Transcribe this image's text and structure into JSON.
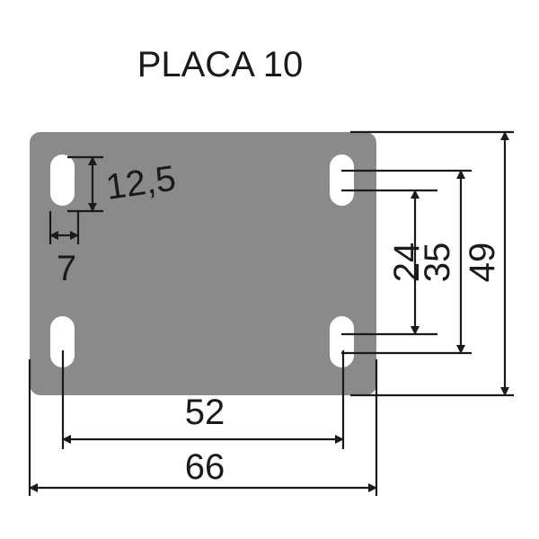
{
  "title": "PLACA 10",
  "plate_color": "#8a8a8a",
  "slot_color": "#ffffff",
  "dimensions": {
    "slot_length": "12,5",
    "slot_width": "7",
    "hole_spacing_horizontal": "52",
    "plate_width": "66",
    "hole_spacing_vertical_inner": "24",
    "hole_spacing_vertical_outer": "35",
    "plate_height": "49"
  }
}
